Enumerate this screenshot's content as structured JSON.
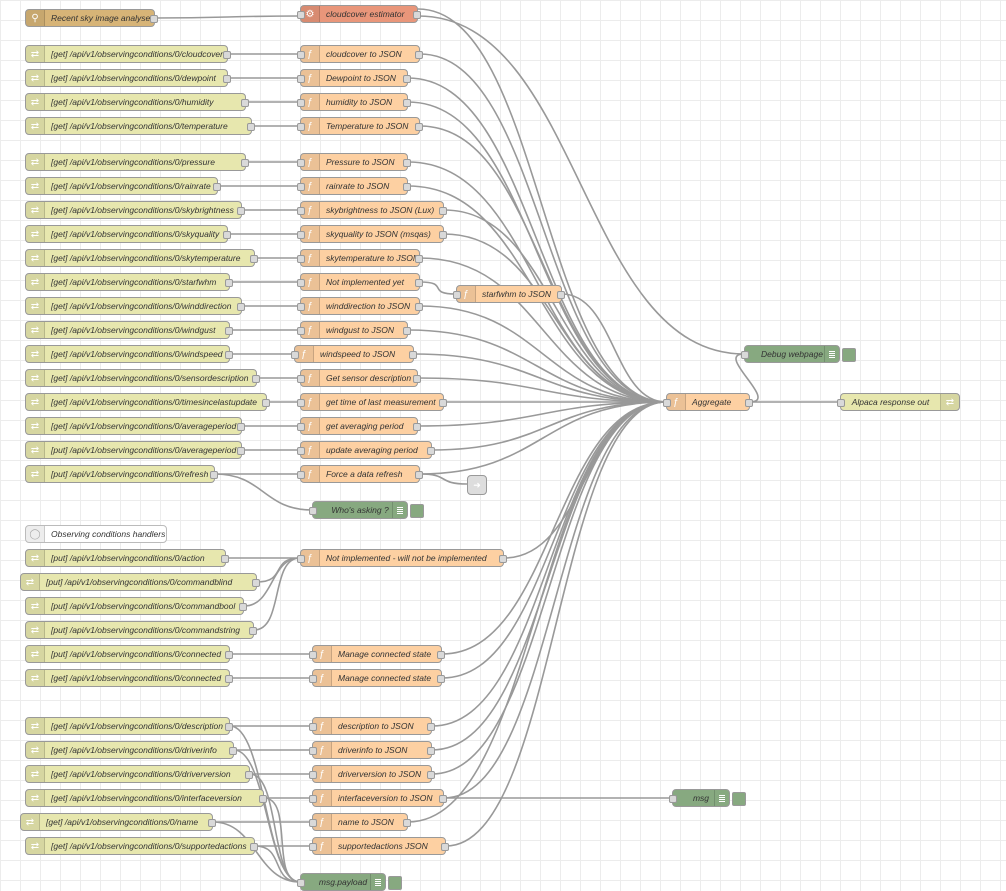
{
  "flow": {
    "inject": {
      "label": "Recent sky image analyser",
      "icon": "search-icon"
    },
    "exec": {
      "label": "cloudcover estimator",
      "icon": "gear-icon"
    },
    "comment": {
      "label": "Observing conditions handlers"
    },
    "http_in": [
      "[get] /api/v1/observingconditions/0/cloudcover",
      "[get] /api/v1/observingconditions/0/dewpoint",
      "[get] /api/v1/observingconditions/0/humidity",
      "[get] /api/v1/observingconditions/0/temperature",
      "[get] /api/v1/observingconditions/0/pressure",
      "[get] /api/v1/observingconditions/0/rainrate",
      "[get] /api/v1/observingconditions/0/skybrightness",
      "[get] /api/v1/observingconditions/0/skyquality",
      "[get] /api/v1/observingconditions/0/skytemperature",
      "[get] /api/v1/observingconditions/0/starfwhm",
      "[get] /api/v1/observingconditions/0/winddirection",
      "[get] /api/v1/observingconditions/0/windgust",
      "[get] /api/v1/observingconditions/0/windspeed",
      "[get] /api/v1/observingconditions/0/sensordescription",
      "[get] /api/v1/observingconditions/0/timesincelastupdate",
      "[get] /api/v1/observingconditions/0/averageperiod",
      "[put] /api/v1/observingconditions/0/averageperiod",
      "[put] /api/v1/observingconditions/0/refresh",
      "[put] /api/v1/observingconditions/0/action",
      "[put] /api/v1/observingconditions/0/commandblind",
      "[put] /api/v1/observingconditions/0/commandbool",
      "[put] /api/v1/observingconditions/0/commandstring",
      "[put] /api/v1/observingconditions/0/connected",
      "[get] /api/v1/observingconditions/0/connected",
      "[get] /api/v1/observingconditions/0/description",
      "[get] /api/v1/observingconditions/0/driverinfo",
      "[get] /api/v1/observingconditions/0/driverversion",
      "[get] /api/v1/observingconditions/0/interfaceversion",
      "[get] /api/v1/observingconditions/0/name",
      "[get] /api/v1/observingconditions/0/supportedactions"
    ],
    "functions": [
      "cloudcover to JSON",
      "Dewpoint to JSON",
      "humidity to JSON",
      "Temperature to JSON",
      "Pressure to JSON",
      "rainrate to JSON",
      "skybrightness to JSON (Lux)",
      "skyquality to JSON (msqas)",
      "skytemperature to JSON",
      "Not implemented yet",
      "winddirection to JSON",
      "windgust to JSON",
      "windspeed to JSON",
      "Get sensor description",
      "get time of last measurement",
      "get averaging period",
      "update averaging period",
      "Force a data refresh",
      "Not implemented - will not be implemented",
      "Manage connected state",
      "Manage connected state",
      "description to JSON",
      "driverinfo to JSON",
      "driverversion to JSON",
      "interfaceversion to JSON",
      "name to JSON",
      "supportedactions JSON"
    ],
    "starfwhm_func": "starfwhm to JSON",
    "aggregate": "Aggregate",
    "response": "Alpaca response out",
    "debug": {
      "webpage": "Debug webpage",
      "whos_asking": "Who's asking ?",
      "msg": "msg",
      "payload": "msg.payload"
    },
    "colors": {
      "http": "#e7e7ae",
      "function": "#fdd0a2",
      "exec": "#e9967a",
      "debug": "#87a980",
      "inject": "#d7b477",
      "wire": "#999999"
    }
  }
}
